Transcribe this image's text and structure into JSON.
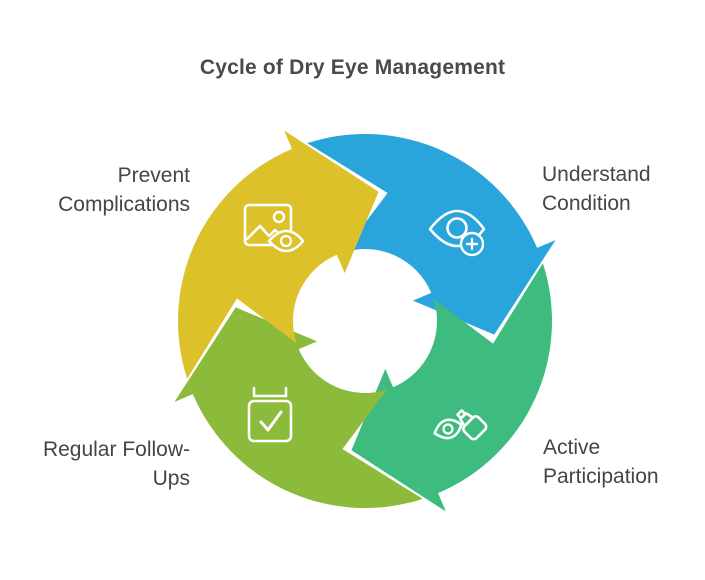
{
  "title": "Cycle of Dry Eye Management",
  "palette": {
    "background": "#ffffff",
    "title_text": "#4a4a4a",
    "label_text": "#414744",
    "icon_stroke": "#ffffff"
  },
  "diagram": {
    "name": "dry-eye-management-cycle",
    "direction": "clockwise",
    "steps": [
      {
        "name": "understand-condition",
        "label_lines": [
          "Understand",
          "Condition"
        ],
        "color": "#29a5db",
        "icon": "eye-plus-icon",
        "position": "top-right"
      },
      {
        "name": "active-participation",
        "label_lines": [
          "Active",
          "Participation"
        ],
        "color": "#3ebc7f",
        "icon": "eye-drop-icon",
        "position": "bottom-right"
      },
      {
        "name": "regular-follow-ups",
        "label_lines": [
          "Regular Follow-",
          "Ups"
        ],
        "color": "#8cba3a",
        "icon": "calendar-check-icon",
        "position": "bottom-left"
      },
      {
        "name": "prevent-complications",
        "label_lines": [
          "Prevent",
          "Complications"
        ],
        "color": "#dcc12b",
        "icon": "picture-eye-icon",
        "position": "top-left"
      }
    ]
  }
}
